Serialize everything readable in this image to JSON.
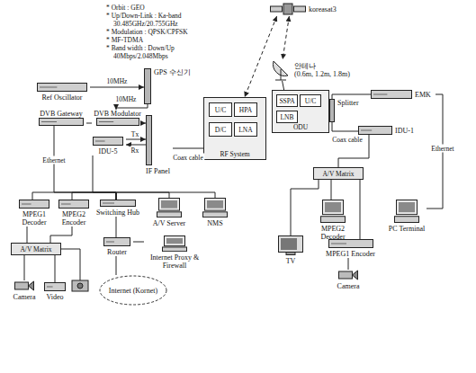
{
  "diagram": {
    "nodes": [
      {
        "text": [
          "koreasat3"
        ]
      },
      {
        "text": [
          "Ref Oscillator"
        ]
      },
      {
        "text": [
          "GPS 수신기"
        ]
      },
      {
        "text": [
          "DVB Gateway"
        ]
      },
      {
        "text": [
          "DVB Modulator"
        ]
      },
      {
        "text": [
          "IDU-5"
        ]
      },
      {
        "text": [
          "IF Panel"
        ]
      },
      {
        "text": [
          "RF System"
        ]
      },
      {
        "text": [
          "U/C"
        ],
        "in": 7
      },
      {
        "text": [
          "HPA"
        ],
        "in": 7
      },
      {
        "text": [
          "D/C"
        ],
        "in": 7
      },
      {
        "text": [
          "LNA"
        ],
        "in": 7
      },
      {
        "text": [
          "안테나",
          "(0.6m, 1.2m, 1.8m)"
        ]
      },
      {
        "text": [
          "ODU"
        ]
      },
      {
        "text": [
          "SSPA"
        ],
        "in": 13
      },
      {
        "text": [
          "U/C"
        ],
        "in": 13
      },
      {
        "text": [
          "LNB"
        ],
        "in": 13
      },
      {
        "text": [
          "Splitter"
        ]
      },
      {
        "text": [
          "EMK"
        ]
      },
      {
        "text": [
          "IDU-1"
        ]
      },
      {
        "text": [
          "MPEG1 Decoder"
        ]
      },
      {
        "text": [
          "MPEG2 Encoder"
        ]
      },
      {
        "text": [
          "Switching Hub"
        ]
      },
      {
        "text": [
          "A/V Server"
        ]
      },
      {
        "text": [
          "NMS"
        ]
      },
      {
        "text": [
          "A/V Matrix"
        ]
      },
      {
        "text": [
          "Router"
        ]
      },
      {
        "text": [
          "Internet Proxy & Firewall"
        ]
      },
      {
        "text": [
          "Camera"
        ]
      },
      {
        "text": [
          "Video"
        ]
      },
      {
        "text": [
          "Internet (Kornet)"
        ]
      },
      {
        "text": [
          "A/V Matrix"
        ]
      },
      {
        "text": [
          "MPEG2 Decoder"
        ]
      },
      {
        "text": [
          "PC Terminal"
        ]
      },
      {
        "text": [
          "TV"
        ]
      },
      {
        "text": [
          "MPEG1 Encoder"
        ]
      },
      {
        "text": [
          "Camera"
        ]
      }
    ],
    "edges": [
      {
        "from": 0,
        "to": 7,
        "arrow": "both"
      },
      {
        "from": 0,
        "to": 12,
        "arrow": "both"
      },
      {
        "from": 1,
        "to": 2,
        "label": "10MHz",
        "arrow": "to"
      },
      {
        "from": 2,
        "to": 4,
        "label": "10MHz",
        "arrow": "to"
      },
      {
        "from": 3,
        "to": 4,
        "arrow": "none"
      },
      {
        "from": 4,
        "to": 6,
        "arrow": "to"
      },
      {
        "from": 5,
        "to": 6,
        "label": "Tx",
        "arrow": "to"
      },
      {
        "from": 6,
        "to": 5,
        "label": "Rx",
        "arrow": "to"
      },
      {
        "from": 6,
        "to": 7,
        "label": "Coax cable",
        "arrow": "none"
      },
      {
        "from": 3,
        "to": 22,
        "label": "Ethernet",
        "arrow": "none"
      },
      {
        "from": 5,
        "to": 22,
        "arrow": "none"
      },
      {
        "from": 20,
        "to": 22,
        "arrow": "none"
      },
      {
        "from": 21,
        "to": 22,
        "arrow": "none"
      },
      {
        "from": 23,
        "to": 22,
        "arrow": "none"
      },
      {
        "from": 24,
        "to": 22,
        "arrow": "none"
      },
      {
        "from": 26,
        "to": 22,
        "arrow": "none"
      },
      {
        "from": 26,
        "to": 27,
        "arrow": "none"
      },
      {
        "from": 26,
        "to": 30,
        "arrow": "none"
      },
      {
        "from": 25,
        "to": 20,
        "arrow": "none"
      },
      {
        "from": 25,
        "to": 21,
        "arrow": "none"
      },
      {
        "from": 28,
        "to": 25,
        "arrow": "none"
      },
      {
        "from": 29,
        "to": 25,
        "arrow": "none"
      },
      {
        "from": 12,
        "to": 13,
        "arrow": "none"
      },
      {
        "from": 13,
        "to": 17,
        "arrow": "none"
      },
      {
        "from": 17,
        "to": 18,
        "arrow": "none"
      },
      {
        "from": 17,
        "to": 19,
        "label": "Coax cable",
        "arrow": "none"
      },
      {
        "from": 18,
        "to": 33,
        "label": "Ethernet",
        "arrow": "none"
      },
      {
        "from": 19,
        "to": 31,
        "arrow": "none"
      },
      {
        "from": 31,
        "to": 32,
        "arrow": "none"
      },
      {
        "from": 31,
        "to": 34,
        "arrow": "none"
      },
      {
        "from": 36,
        "to": 35,
        "arrow": "none"
      },
      {
        "from": 35,
        "to": 31,
        "arrow": "none"
      }
    ],
    "labels": [
      "* Orbit : GEO",
      "* Up/Down-Link : Ka-band",
      "30.485GHz/20.755GHz",
      "* Modulation : QPSK/CPFSK",
      "* MF-TDMA",
      "* Band width : Down/Up",
      "40Mbps/2.048Mbps"
    ]
  }
}
